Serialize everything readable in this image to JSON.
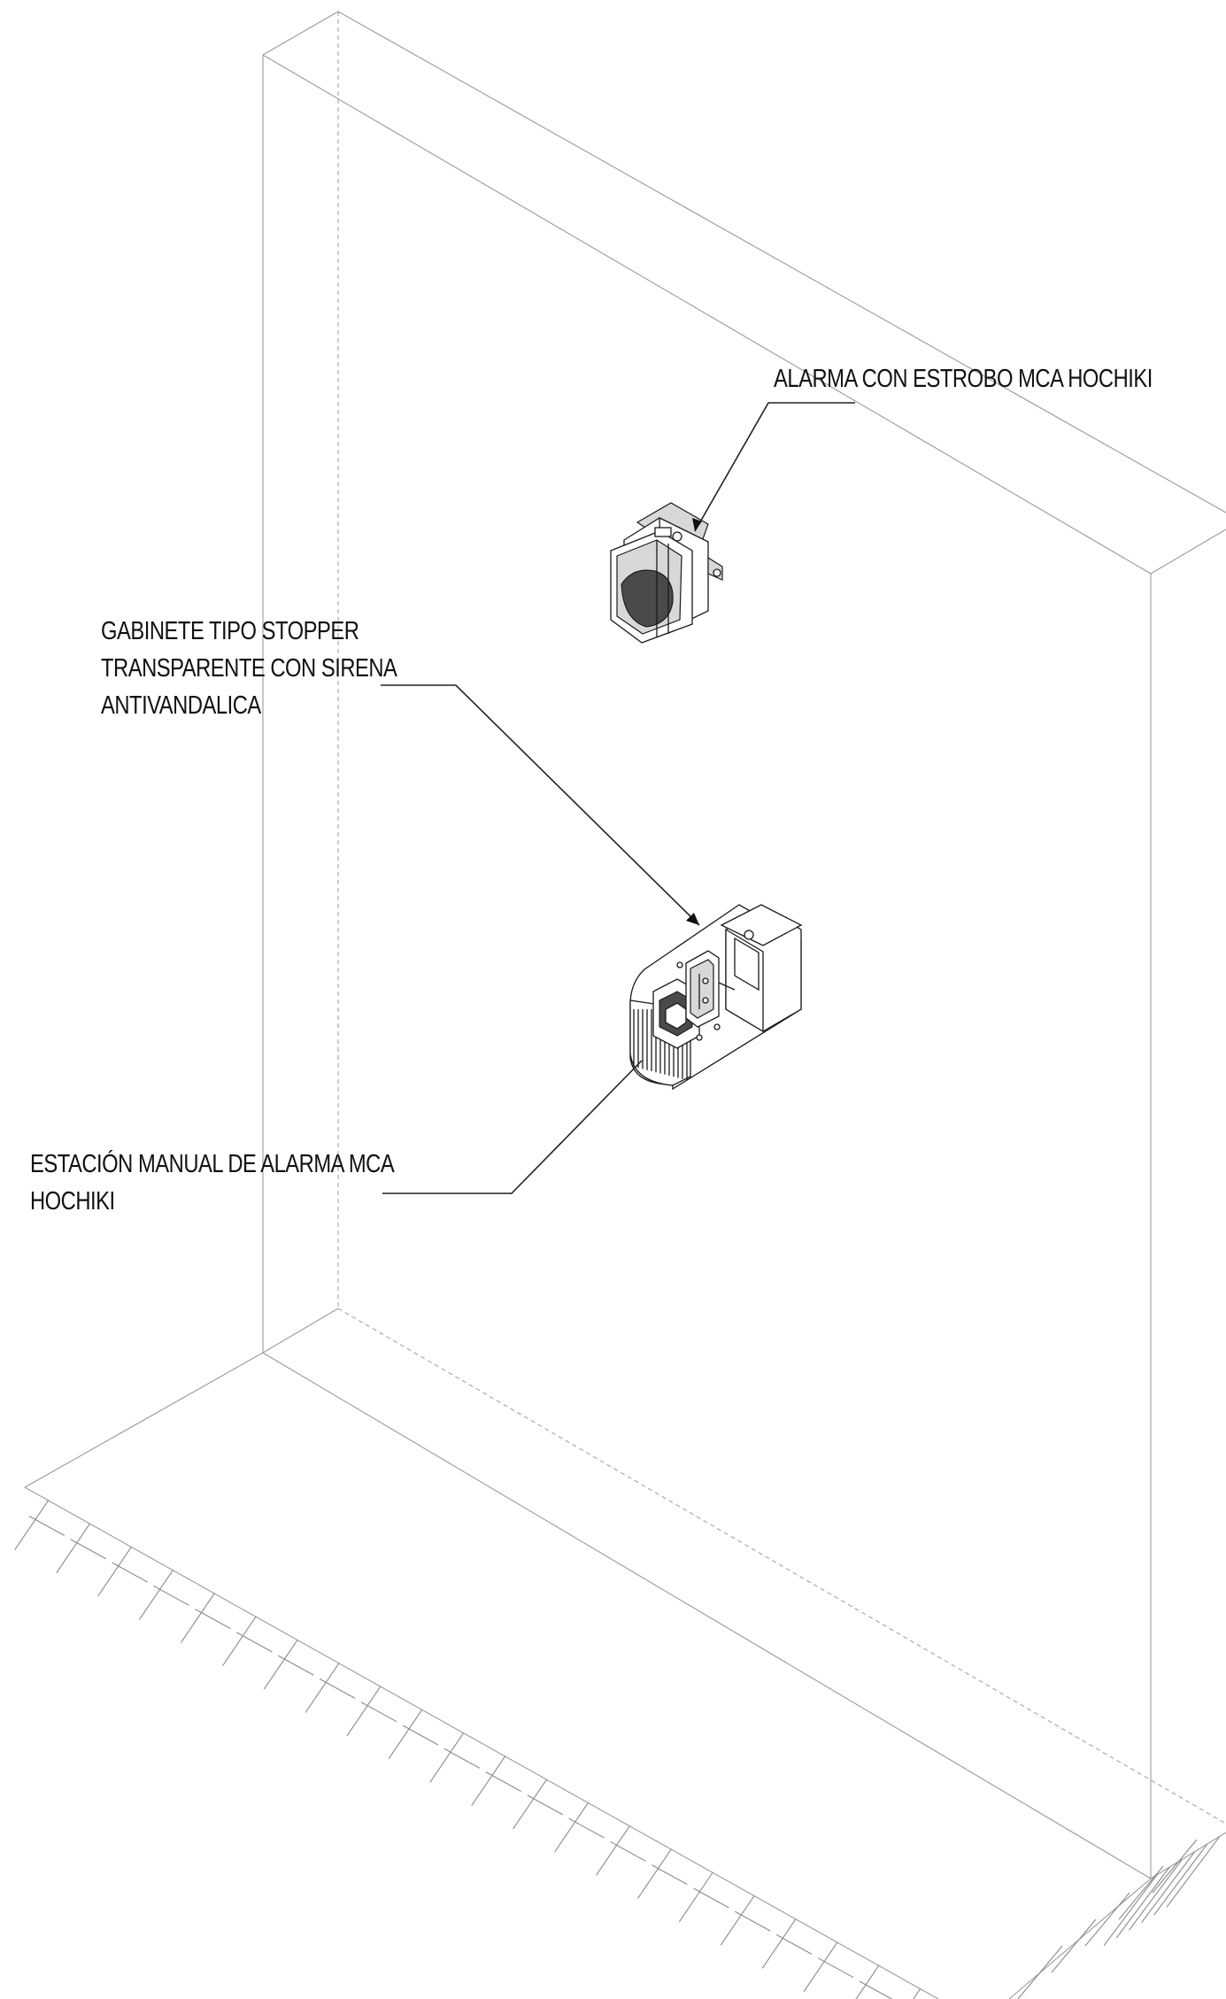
{
  "labels": {
    "strobe": "ALARMA CON ESTROBO MCA HOCHIKI",
    "cabinet": [
      "GABINETE TIPO STOPPER",
      "TRANSPARENTE CON SIRENA",
      "ANTIVANDALICA"
    ],
    "station": [
      "ESTACIÓN MANUAL DE ALARMA MCA",
      "HOCHIKI"
    ]
  }
}
